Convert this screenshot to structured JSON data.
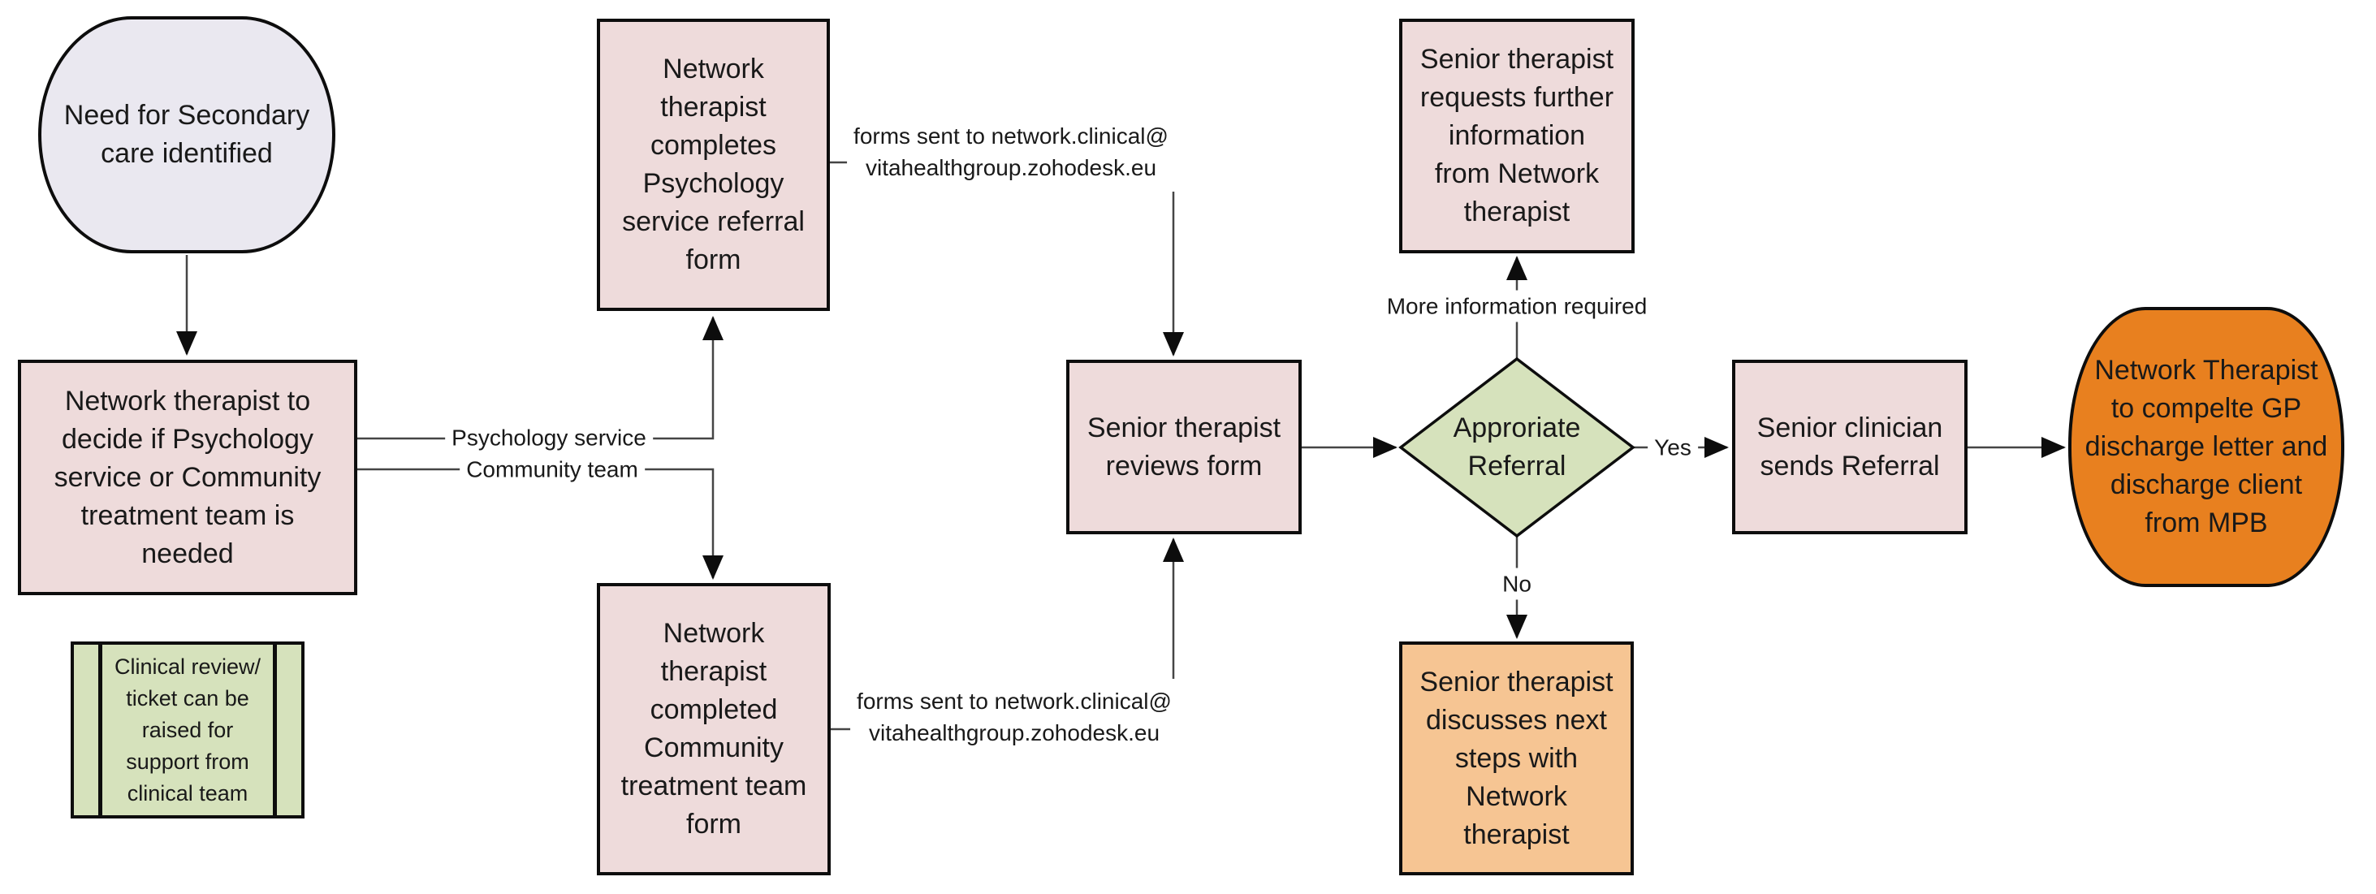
{
  "colors": {
    "pink": "#eedbdb",
    "green": "#d6e2bc",
    "lavender": "#eae8f0",
    "orange": "#e8801f",
    "light_orange": "#f6c593",
    "border": "#0d0d0d",
    "line": "#454545"
  },
  "nodes": {
    "start": {
      "text": "Need for Secondary\ncare identified"
    },
    "decide": {
      "text": "Network therapist to\ndecide if Psychology\nservice or Community\ntreatment team is\nneeded"
    },
    "clinical_note": {
      "text": "Clinical review/\nticket can be\nraised for\nsupport from\nclinical team"
    },
    "psychology_form": {
      "text": "Network\ntherapist\ncompletes\nPsychology\nservice referral\nform"
    },
    "community_form": {
      "text": "Network\ntherapist\ncompleted\nCommunity\ntreatment team\nform"
    },
    "reviews": {
      "text": "Senior therapist\nreviews form"
    },
    "requests_info": {
      "text": "Senior therapist\nrequests further\ninformation\nfrom Network\ntherapist"
    },
    "decision": {
      "text": "Approriate\nReferral"
    },
    "sends_referral": {
      "text": "Senior clinician\nsends Referral"
    },
    "discharge": {
      "text": "Network Therapist\nto compelte GP\ndischarge letter and\ndischarge client\nfrom MPB"
    },
    "discusses": {
      "text": "Senior therapist\ndiscusses next\nsteps with\nNetwork\ntherapist"
    }
  },
  "connector_labels": {
    "psychology_service": "Psychology service",
    "community_team": "Community team",
    "forms_sent": "forms sent to network.clinical@\nvitahealthgroup.zohodesk.eu",
    "more_information": "More information required",
    "yes": "Yes",
    "no": "No"
  }
}
